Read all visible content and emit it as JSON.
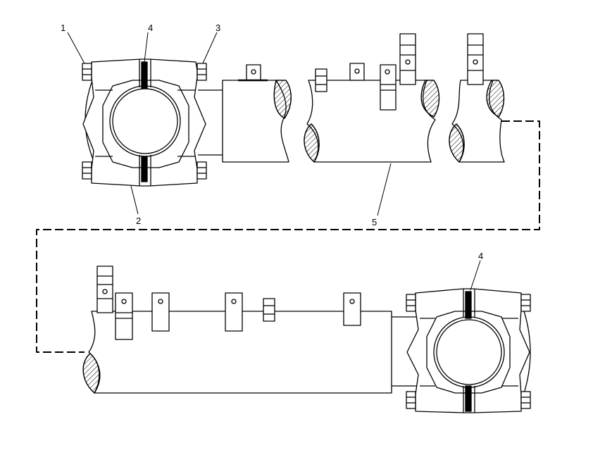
{
  "callouts": {
    "c1": "1",
    "c4_top": "4",
    "c3": "3",
    "c2": "2",
    "c5": "5",
    "c4_bottom": "4"
  },
  "colors": {
    "line": "#000000",
    "hatch": "#000000",
    "gasket": "#000000",
    "background": "#ffffff"
  }
}
